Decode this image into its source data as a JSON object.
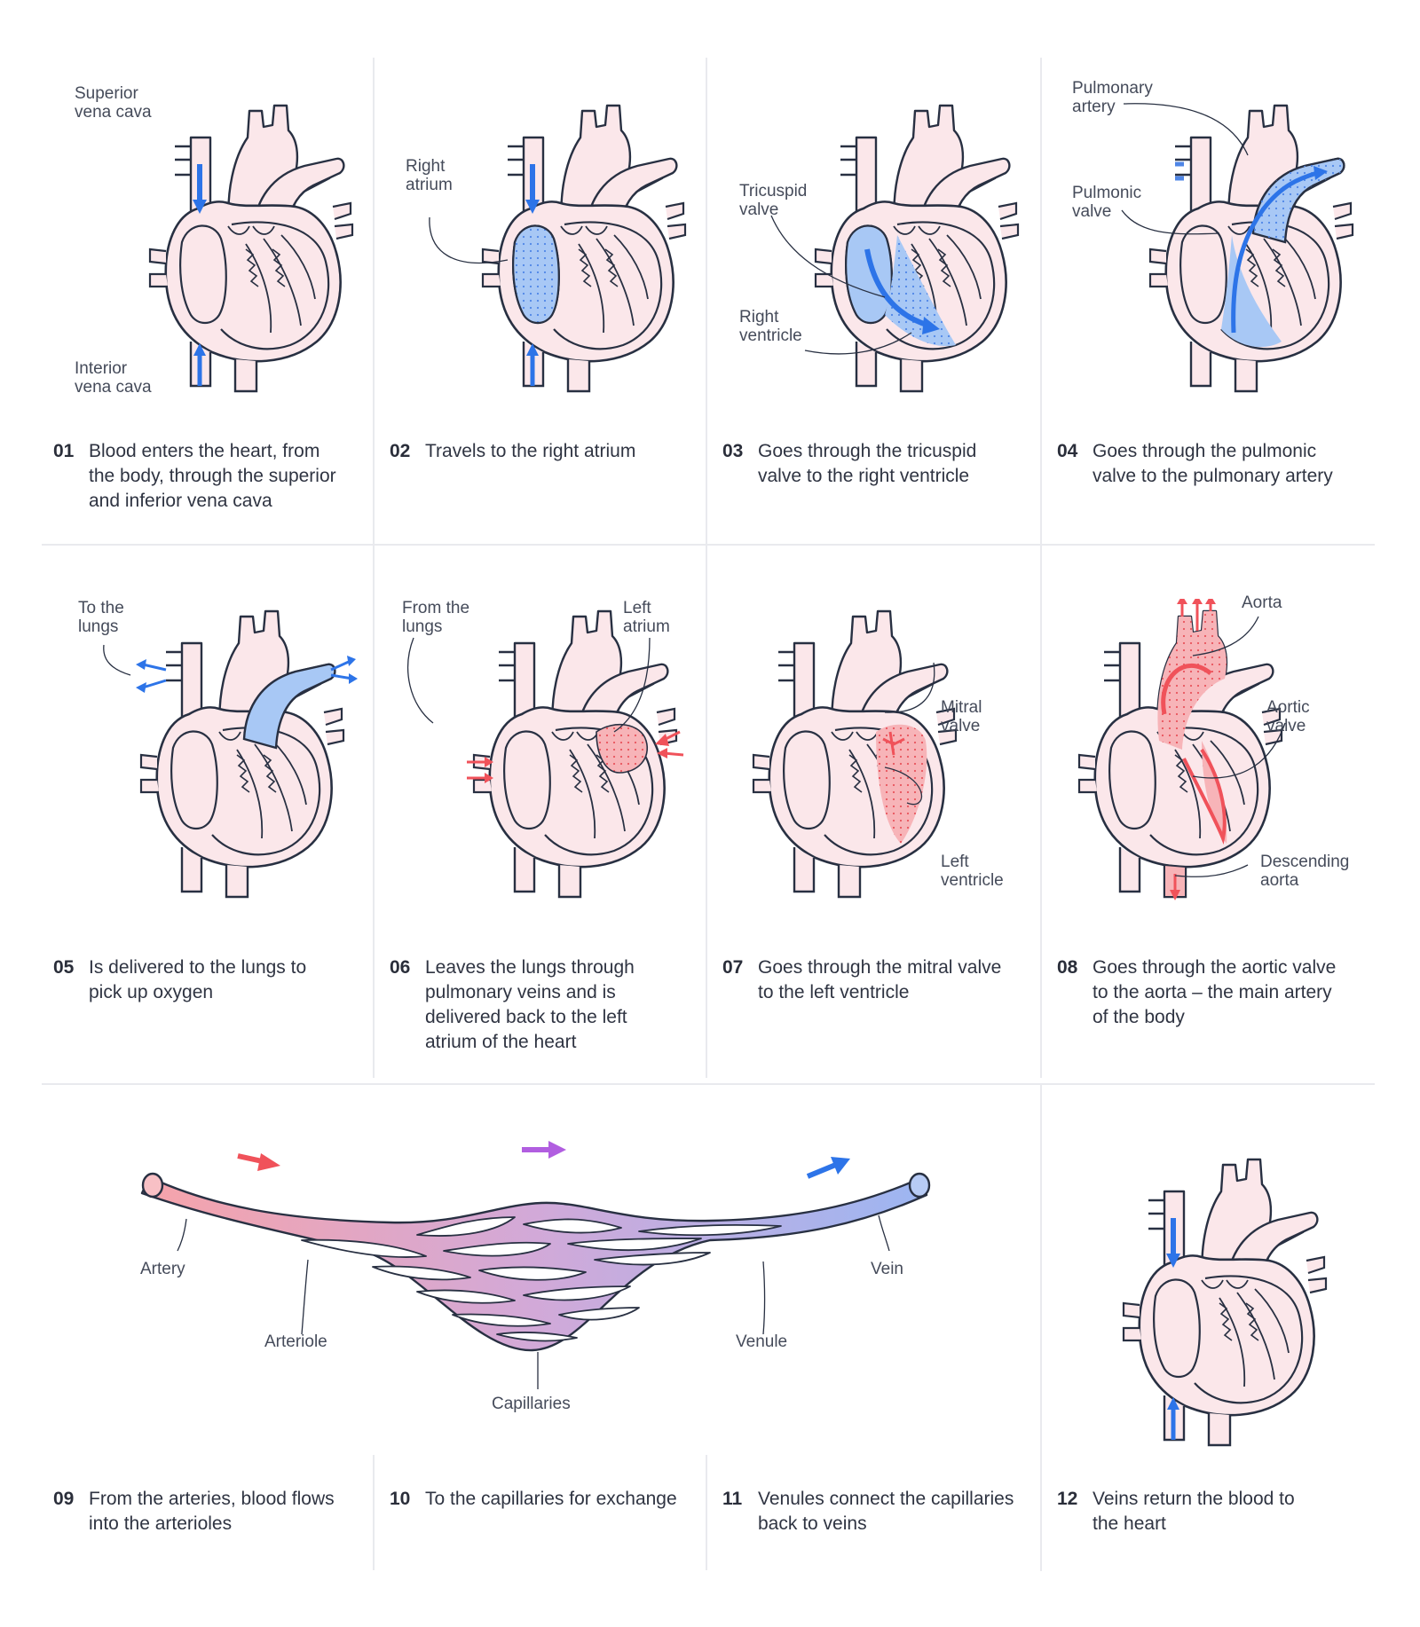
{
  "colors": {
    "blood_blue": "#2d74e8",
    "blood_red": "#f0525a",
    "blood_purple": "#b15ee0",
    "heart_fill": "#fbe7ea",
    "outline": "#283042",
    "deoxy_fill": "#a8c8f5",
    "oxy_fill": "#f7b4b8"
  },
  "steps": [
    {
      "num": "01",
      "lines": [
        "Blood enters the heart, from",
        "the body, through the superior",
        "and inferior vena cava"
      ],
      "labels": [
        {
          "lines": [
            "Superior",
            "vena cava"
          ]
        },
        {
          "lines": [
            "Interior",
            "vena cava"
          ]
        }
      ]
    },
    {
      "num": "02",
      "lines": [
        "Travels to the right atrium"
      ],
      "labels": [
        {
          "lines": [
            "Right",
            "atrium"
          ]
        }
      ]
    },
    {
      "num": "03",
      "lines": [
        "Goes through the tricuspid",
        "valve to the right ventricle"
      ],
      "labels": [
        {
          "lines": [
            "Tricuspid",
            "valve"
          ]
        },
        {
          "lines": [
            "Right",
            "ventricle"
          ]
        }
      ]
    },
    {
      "num": "04",
      "lines": [
        "Goes through the pulmonic",
        "valve to the pulmonary artery"
      ],
      "labels": [
        {
          "lines": [
            "Pulmonary",
            "artery"
          ]
        },
        {
          "lines": [
            "Pulmonic",
            "valve"
          ]
        }
      ]
    },
    {
      "num": "05",
      "lines": [
        "Is delivered to the lungs to",
        "pick up oxygen"
      ],
      "labels": [
        {
          "lines": [
            "To the",
            "lungs"
          ]
        }
      ]
    },
    {
      "num": "06",
      "lines": [
        "Leaves the lungs through",
        "pulmonary veins and is",
        "delivered back to the left",
        "atrium of the heart"
      ],
      "labels": [
        {
          "lines": [
            "From the",
            "lungs"
          ]
        },
        {
          "lines": [
            "Left",
            "atrium"
          ]
        }
      ]
    },
    {
      "num": "07",
      "lines": [
        "Goes through the mitral valve",
        "to the left ventricle"
      ],
      "labels": [
        {
          "lines": [
            "Mitral",
            "valve"
          ]
        },
        {
          "lines": [
            "Left",
            "ventricle"
          ]
        }
      ]
    },
    {
      "num": "08",
      "lines": [
        "Goes through the aortic valve",
        "to the aorta – the main artery",
        "of the body"
      ],
      "labels": [
        {
          "lines": [
            "Aorta"
          ]
        },
        {
          "lines": [
            "Aortic",
            "valve"
          ]
        },
        {
          "lines": [
            "Descending",
            "aorta"
          ]
        }
      ]
    },
    {
      "num": "09",
      "lines": [
        "From the arteries, blood flows",
        "into the arterioles"
      ]
    },
    {
      "num": "10",
      "lines": [
        "To the capillaries for exchange"
      ]
    },
    {
      "num": "11",
      "lines": [
        "Venules connect the capillaries",
        "back to veins"
      ]
    },
    {
      "num": "12",
      "lines": [
        "Veins return the blood to",
        "the heart"
      ]
    }
  ],
  "network_labels": {
    "artery": "Artery",
    "arteriole": "Arteriole",
    "capillaries": "Capillaries",
    "venule": "Venule",
    "vein": "Vein"
  }
}
